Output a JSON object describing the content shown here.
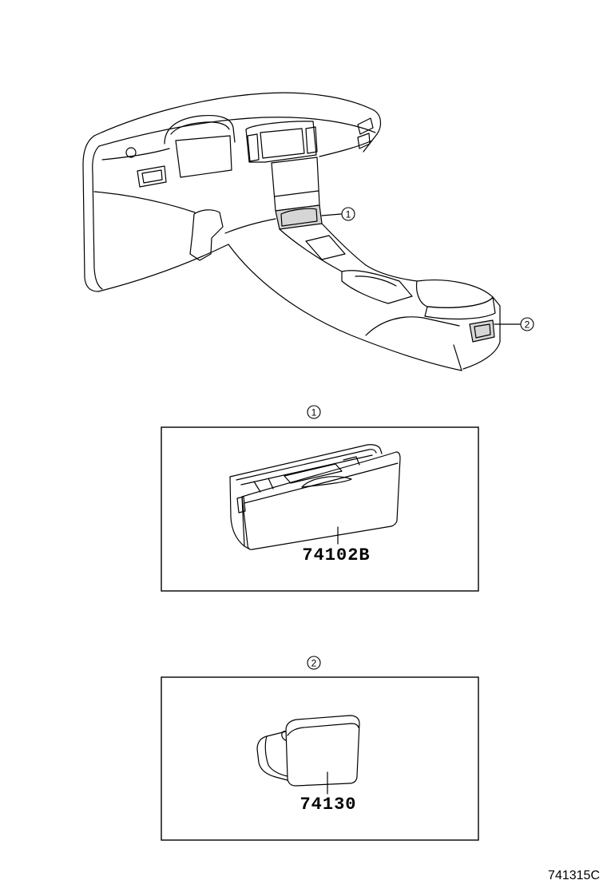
{
  "diagram": {
    "callouts": [
      {
        "number": "1"
      },
      {
        "number": "2"
      }
    ],
    "views": [
      {
        "number": "1",
        "part_number": "74102B"
      },
      {
        "number": "2",
        "part_number": "74130"
      }
    ],
    "figure_id": "741315C"
  }
}
